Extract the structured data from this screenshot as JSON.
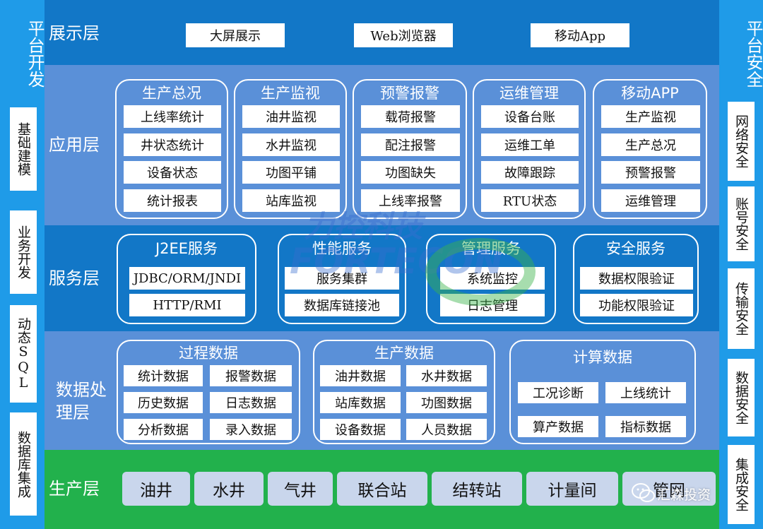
{
  "left_bar": {
    "title": "平台开发",
    "items": [
      "基础建模",
      "业务开发",
      "动态SQL",
      "数据库集成"
    ]
  },
  "right_bar": {
    "title": "平台安全",
    "items": [
      "网络安全",
      "账号安全",
      "传输安全",
      "数据安全",
      "集成安全"
    ]
  },
  "display_layer": {
    "label": "展示层",
    "items": [
      "大屏展示",
      "Web浏览器",
      "移动App"
    ]
  },
  "application_layer": {
    "label": "应用层",
    "groups": [
      {
        "title": "生产总况",
        "items": [
          "上线率统计",
          "井状态统计",
          "设备状态",
          "统计报表"
        ]
      },
      {
        "title": "生产监视",
        "items": [
          "油井监视",
          "水井监视",
          "功图平铺",
          "站库监视"
        ]
      },
      {
        "title": "预警报警",
        "items": [
          "载荷报警",
          "配注报警",
          "功图缺失",
          "上线率报警"
        ]
      },
      {
        "title": "运维管理",
        "items": [
          "设备台账",
          "运维工单",
          "故障跟踪",
          "RTU状态"
        ]
      },
      {
        "title": "移动APP",
        "items": [
          "生产监视",
          "生产总况",
          "预警报警",
          "运维管理"
        ]
      }
    ]
  },
  "service_layer": {
    "label": "服务层",
    "groups": [
      {
        "title": "J2EE服务",
        "items": [
          "JDBC/ORM/JNDI",
          "HTTP/RMI"
        ]
      },
      {
        "title": "性能服务",
        "items": [
          "服务集群",
          "数据库链接池"
        ]
      },
      {
        "title": "管理服务",
        "items": [
          "系统监控",
          "日志管理"
        ]
      },
      {
        "title": "安全服务",
        "items": [
          "数据权限验证",
          "功能权限验证"
        ]
      }
    ]
  },
  "data_layer": {
    "label_line1": "数据处",
    "label_line2": "理层",
    "groups": [
      {
        "title": "过程数据",
        "items": [
          "统计数据",
          "报警数据",
          "历史数据",
          "日志数据",
          "分析数据",
          "录入数据"
        ]
      },
      {
        "title": "生产数据",
        "items": [
          "油井数据",
          "水井数据",
          "站库数据",
          "功图数据",
          "设备数据",
          "人员数据"
        ]
      },
      {
        "title": "计算数据",
        "items": [
          "工况诊断",
          "上线统计",
          "算产数据",
          "指标数据"
        ]
      }
    ]
  },
  "production_layer": {
    "label": "生产层",
    "items": [
      "油井",
      "水井",
      "气井",
      "联合站",
      "结转站",
      "计量间",
      "管网"
    ]
  },
  "watermark": {
    "text": "汇森投资",
    "logo_text": "FORTECON",
    "logo_cn": "力控科技",
    "colors": {
      "blue": "#3a6fd0",
      "green": "#3cb44b"
    }
  },
  "colors": {
    "side_bar": "#1f9be8",
    "dark_layer": "#1277c7",
    "light_layer": "#5a90d8",
    "production_layer": "#22b14c",
    "production_box": "#c9d6ec"
  }
}
